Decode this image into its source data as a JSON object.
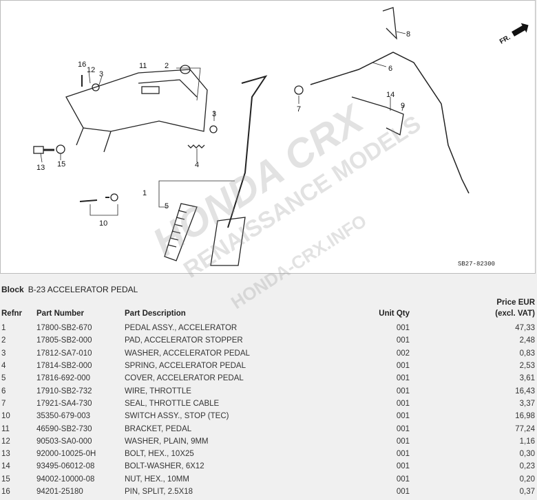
{
  "diagram": {
    "code": "SB27-82300",
    "direction_label": "FR.",
    "callouts": [
      "16",
      "12",
      "3",
      "11",
      "2",
      "3",
      "4",
      "13",
      "15",
      "1",
      "5",
      "10",
      "7",
      "6",
      "8",
      "14",
      "9"
    ],
    "watermark": [
      "HONDA CRX",
      "RENAISSANCE MODELS",
      "HONDA-CRX.INFO"
    ]
  },
  "block": {
    "label": "Block",
    "name": "B-23 ACCELERATOR PEDAL"
  },
  "table": {
    "headers": {
      "refnr": "Refnr",
      "part_number": "Part Number",
      "description": "Part Description",
      "qty": "Unit Qty",
      "price_1": "Price EUR",
      "price_2": "(excl. VAT)"
    },
    "rows": [
      {
        "refnr": "1",
        "part": "17800-SB2-670",
        "desc": "PEDAL ASSY., ACCELERATOR",
        "qty": "001",
        "price": "47,33"
      },
      {
        "refnr": "2",
        "part": "17805-SB2-000",
        "desc": "PAD, ACCELERATOR STOPPER",
        "qty": "001",
        "price": "2,48"
      },
      {
        "refnr": "3",
        "part": "17812-SA7-010",
        "desc": "WASHER, ACCELERATOR PEDAL",
        "qty": "002",
        "price": "0,83"
      },
      {
        "refnr": "4",
        "part": "17814-SB2-000",
        "desc": "SPRING, ACCELERATOR PEDAL",
        "qty": "001",
        "price": "2,53"
      },
      {
        "refnr": "5",
        "part": "17816-692-000",
        "desc": "COVER, ACCELERATOR PEDAL",
        "qty": "001",
        "price": "3,61"
      },
      {
        "refnr": "6",
        "part": "17910-SB2-732",
        "desc": "WIRE, THROTTLE",
        "qty": "001",
        "price": "16,43"
      },
      {
        "refnr": "7",
        "part": "17921-SA4-730",
        "desc": "SEAL, THROTTLE CABLE",
        "qty": "001",
        "price": "3,37"
      },
      {
        "refnr": "10",
        "part": "35350-679-003",
        "desc": "SWITCH ASSY., STOP (TEC)",
        "qty": "001",
        "price": "16,98"
      },
      {
        "refnr": "11",
        "part": "46590-SB2-730",
        "desc": "BRACKET, PEDAL",
        "qty": "001",
        "price": "77,24"
      },
      {
        "refnr": "12",
        "part": "90503-SA0-000",
        "desc": "WASHER, PLAIN, 9MM",
        "qty": "001",
        "price": "1,16"
      },
      {
        "refnr": "13",
        "part": "92000-10025-0H",
        "desc": "BOLT, HEX., 10X25",
        "qty": "001",
        "price": "0,30"
      },
      {
        "refnr": "14",
        "part": "93495-06012-08",
        "desc": "BOLT-WASHER, 6X12",
        "qty": "001",
        "price": "0,23"
      },
      {
        "refnr": "15",
        "part": "94002-10000-08",
        "desc": "NUT, HEX., 10MM",
        "qty": "001",
        "price": "0,20"
      },
      {
        "refnr": "16",
        "part": "94201-25180",
        "desc": "PIN, SPLIT, 2.5X18",
        "qty": "001",
        "price": "0,37"
      }
    ]
  }
}
